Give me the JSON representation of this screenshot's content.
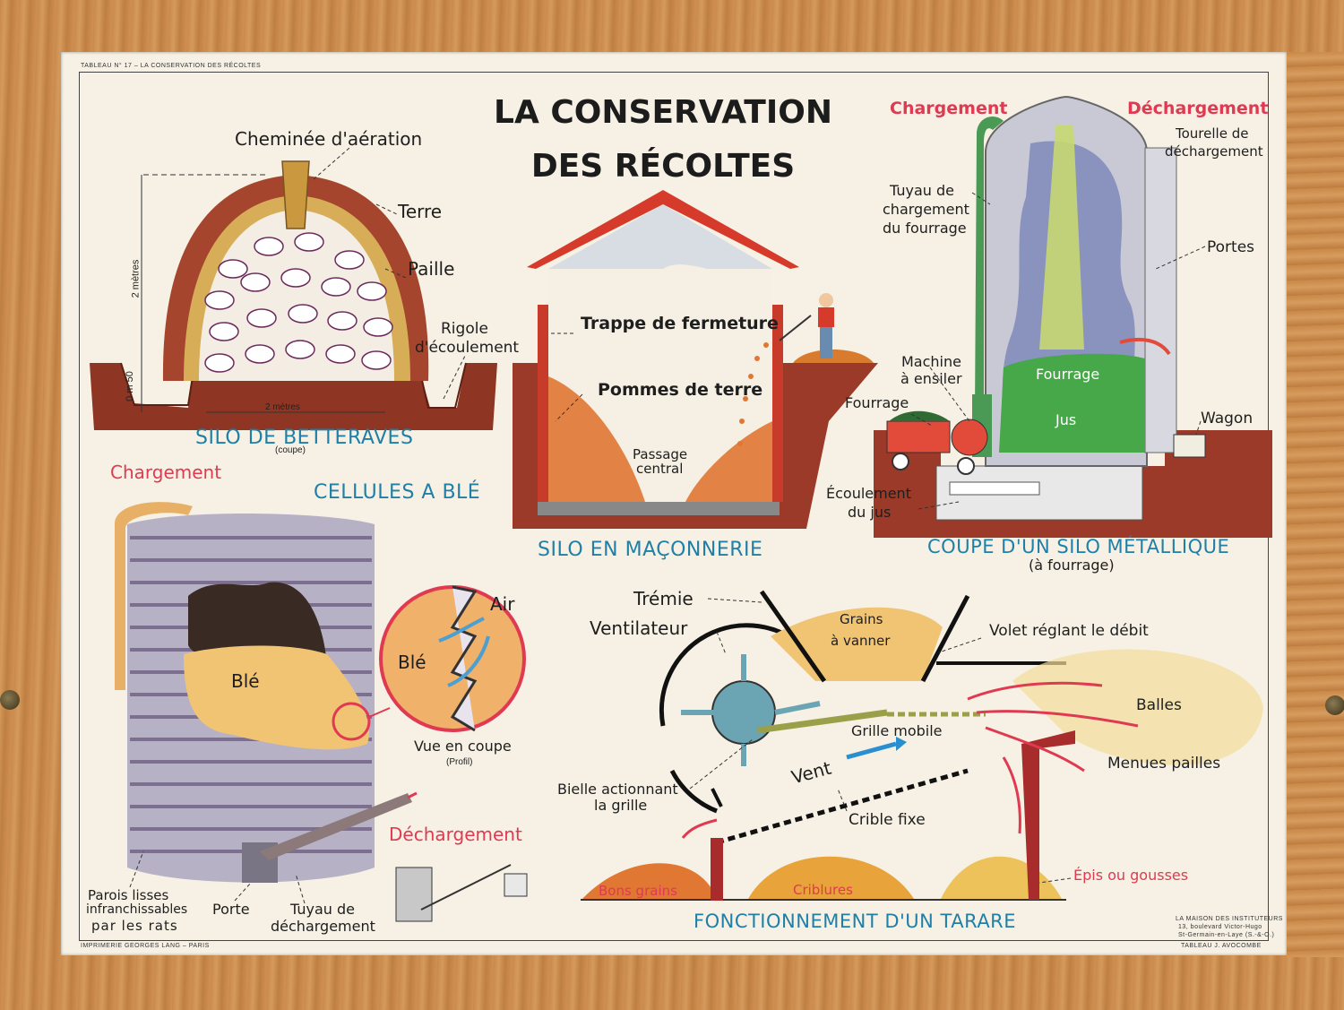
{
  "header_left": "TABLEAU N° 17 – LA CONSERVATION DES RÉCOLTES",
  "title_line1": "LA CONSERVATION",
  "title_line2": "DES RÉCOLTES",
  "beet_silo": {
    "caption": "SILO DE BETTERAVES",
    "sub": "(coupe)",
    "labels": {
      "chimney": "Cheminée d'aération",
      "earth": "Terre",
      "straw": "Paille",
      "ditch_1": "Rigole",
      "ditch_2": "d'écoulement",
      "height": "2 mètres",
      "width": "2 mètres",
      "depth": "0 m 50"
    }
  },
  "masonry_silo": {
    "caption": "SILO EN MAÇONNERIE",
    "labels": {
      "hatch": "Trappe de fermeture",
      "potatoes": "Pommes de terre",
      "passage_1": "Passage",
      "passage_2": "central"
    }
  },
  "metal_silo": {
    "caption": "COUPE D'UN SILO MÉTALLIQUE",
    "sub": "(à fourrage)",
    "labels": {
      "loading": "Chargement",
      "unloading": "Déchargement",
      "turret_1": "Tourelle de",
      "turret_2": "déchargement",
      "pipe_1": "Tuyau de",
      "pipe_2": "chargement",
      "pipe_3": "du fourrage",
      "doors": "Portes",
      "machine_1": "Machine",
      "machine_2": "à ensiler",
      "forage_left": "Fourrage",
      "forage_inside": "Fourrage",
      "juice": "Jus",
      "wagon": "Wagon",
      "flow_1": "Écoulement",
      "flow_2": "du jus"
    }
  },
  "wheat_cells": {
    "caption": "CELLULES A BLÉ",
    "labels": {
      "loading": "Chargement",
      "wheat": "Blé",
      "air": "Air",
      "wheat_zoom": "Blé",
      "section_view": "Vue en coupe",
      "profile": "(Profil)",
      "unloading": "Déchargement",
      "walls_1": "Parois lisses",
      "walls_2": "infranchissables",
      "walls_3": "par les rats",
      "door": "Porte",
      "pipe_1": "Tuyau de",
      "pipe_2": "déchargement"
    }
  },
  "winnower": {
    "caption": "FONCTIONNEMENT D'UN TARARE",
    "labels": {
      "hopper": "Trémie",
      "fan": "Ventilateur",
      "grains_1": "Grains",
      "grains_2": "à vanner",
      "flap": "Volet réglant le débit",
      "chaff": "Balles",
      "sieve": "Grille mobile",
      "straws": "Menues pailles",
      "wind": "Vent",
      "rod_1": "Bielle actionnant",
      "rod_2": "la grille",
      "fixed_sieve": "Crible fixe",
      "good_grain": "Bons grains",
      "screenings": "Criblures",
      "husks": "Épis ou gousses"
    }
  },
  "footer_left": "IMPRIMERIE GEORGES LANG – PARIS",
  "publisher_1": "LA MAISON DES INSTITUTEURS",
  "publisher_2": "13, boulevard Victor-Hugo",
  "publisher_3": "St-Germain-en-Laye (S.-&-O.)",
  "footer_right": "TABLEAU J. AVOCOMBE",
  "colors": {
    "caption_blue": "#1f7fa7",
    "accent_red": "#e03a52",
    "paper": "#f6f1e4",
    "wood": "#c98a4c"
  }
}
